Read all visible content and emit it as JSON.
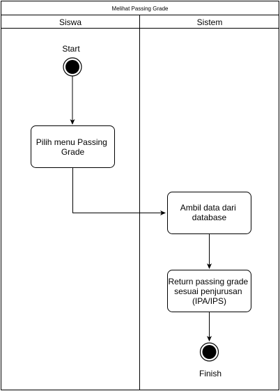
{
  "diagram": {
    "title": "Melihat Passing Grade",
    "lanes": [
      {
        "label": "Siswa"
      },
      {
        "label": "Sistem"
      }
    ],
    "nodes": {
      "start": {
        "label": "Start"
      },
      "pilih_menu": {
        "lines": [
          "Pilih menu Passing",
          "Grade"
        ]
      },
      "ambil_data": {
        "lines": [
          "Ambil data dari",
          "database"
        ]
      },
      "return_grade": {
        "lines": [
          "Return passing grade",
          "sesuai penjurusan",
          "(IPA/IPS)"
        ]
      },
      "finish": {
        "label": "Finish"
      }
    },
    "colors": {
      "stroke": "#000000",
      "fill": "#ffffff",
      "text": "#000000"
    }
  }
}
